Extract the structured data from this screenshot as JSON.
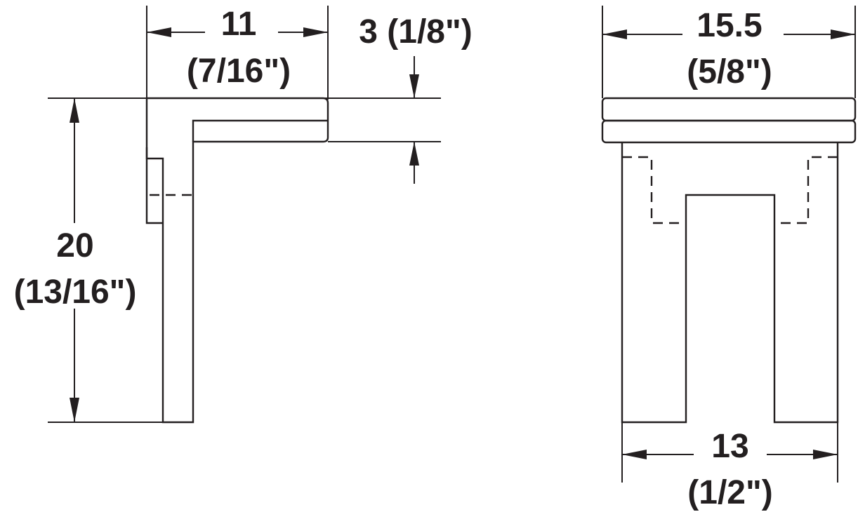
{
  "dimensions": {
    "side_width": {
      "value": "11",
      "imperial": "(7/16\")"
    },
    "thickness": {
      "label": "3 (1/8\")"
    },
    "height": {
      "value": "20",
      "imperial": "(13/16\")"
    },
    "front_width": {
      "value": "15.5",
      "imperial": "(5/8\")"
    },
    "base_width": {
      "value": "13",
      "imperial": "(1/2\")"
    }
  },
  "colors": {
    "line": "#231f20",
    "background": "#ffffff"
  }
}
